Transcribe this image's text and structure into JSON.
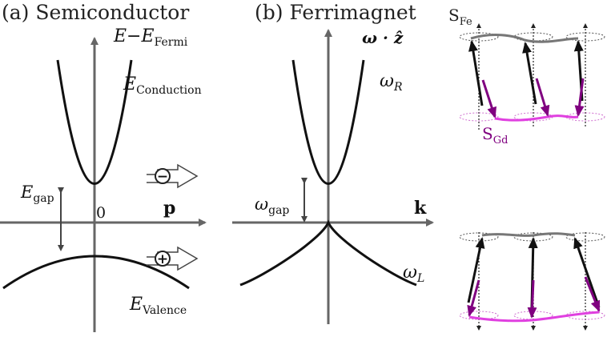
{
  "panel_a": {
    "title": "(a) Semiconductor",
    "y_axis": {
      "main": "E−E",
      "sub": "Fermi"
    },
    "x_axis": "p",
    "origin": "0",
    "gap_label": {
      "main": "E",
      "sub": "gap"
    },
    "conduction_label": {
      "main": "E",
      "sub": "Conduction"
    },
    "valence_label": {
      "main": "E",
      "sub": "Valence"
    },
    "electron_symbol": "−",
    "hole_symbol": "+"
  },
  "panel_b": {
    "title": "(b) Ferrimagnet",
    "y_axis": "ω · ẑ",
    "x_axis": "k",
    "gap_label": {
      "main": "ω",
      "sub": "gap"
    },
    "upper_branch": {
      "main": "ω",
      "sub": "R"
    },
    "lower_branch": {
      "main": "ω",
      "sub": "L"
    }
  },
  "spins": {
    "fe_label": {
      "main": "S",
      "sub": "Fe"
    },
    "gd_label": {
      "main": "S",
      "sub": "Gd"
    },
    "colors": {
      "fe": "#111111",
      "gd": "#800080",
      "fe_line": "#777777",
      "gd_line": "#e040e0"
    }
  }
}
